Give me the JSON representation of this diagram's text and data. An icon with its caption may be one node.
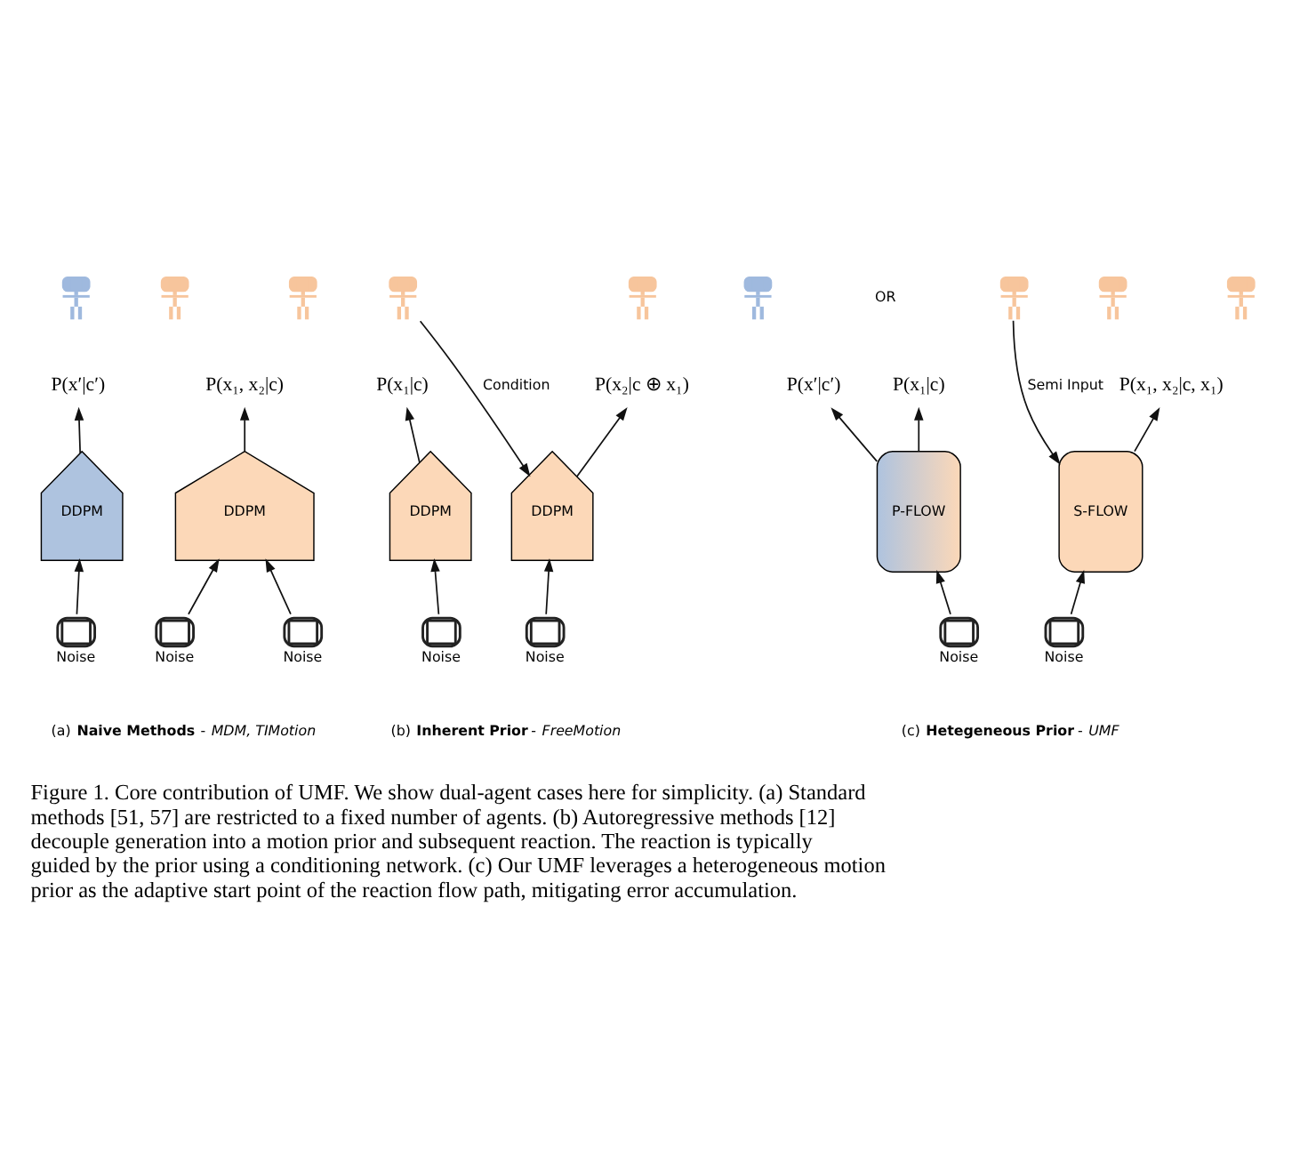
{
  "diagram": {
    "caption": "Figure 1. Core contribution of UMF. We show dual-agent cases here for simplicity. (a) Standard methods [51, 57] are restricted to a fixed number of agents. (b) Autoregressive methods [12] decouple generation into a motion prior and subsequent reaction. The reaction is typically guided by the prior using a conditioning network. (c) Our UMF leverages a heterogeneous motion prior as the adaptive start point of the reaction flow path, mitigating error accumulation.",
    "nodes": [
      {
        "text": [],
        "shape": "person"
      },
      {
        "text": [],
        "shape": "person"
      },
      {
        "text": [],
        "shape": "person"
      },
      {
        "text": [
          "P(x′|c′)"
        ]
      },
      {
        "text": [
          "P(x₁, x₂|c)"
        ]
      },
      {
        "text": [
          "DDPM"
        ]
      },
      {
        "text": [
          "DDPM"
        ]
      },
      {
        "text": [
          "Noise"
        ]
      },
      {
        "text": [
          "Noise"
        ]
      },
      {
        "text": [
          "Noise"
        ]
      },
      {
        "text": [],
        "shape": "person"
      },
      {
        "text": [],
        "shape": "person"
      },
      {
        "text": [
          "P(x₁|c)"
        ]
      },
      {
        "text": [
          "P(x₂|c ⊕ x₁)"
        ]
      },
      {
        "text": [
          "DDPM"
        ]
      },
      {
        "text": [
          "DDPM"
        ]
      },
      {
        "text": [
          "Noise"
        ]
      },
      {
        "text": [
          "Noise"
        ]
      },
      {
        "text": [],
        "shape": "person"
      },
      {
        "text": [],
        "shape": "person"
      },
      {
        "text": [],
        "shape": "person"
      },
      {
        "text": [],
        "shape": "person"
      },
      {
        "text": [
          "P(x′|c′)"
        ]
      },
      {
        "text": [
          "P(x₁|c)"
        ]
      },
      {
        "text": [
          "P(x₁, x₂|c, x₁)"
        ]
      },
      {
        "text": [
          "P-FLOW"
        ]
      },
      {
        "text": [
          "S-FLOW"
        ]
      },
      {
        "text": [
          "Noise"
        ]
      },
      {
        "text": [
          "Noise"
        ]
      }
    ],
    "edges": [
      {
        "from": 5,
        "to": 3,
        "arrow": "to"
      },
      {
        "from": 6,
        "to": 4,
        "arrow": "to"
      },
      {
        "from": 7,
        "to": 5,
        "arrow": "to"
      },
      {
        "from": 8,
        "to": 6,
        "arrow": "to"
      },
      {
        "from": 9,
        "to": 6,
        "arrow": "to"
      },
      {
        "from": 14,
        "to": 12,
        "arrow": "to"
      },
      {
        "from": 15,
        "to": 13,
        "arrow": "to"
      },
      {
        "from": 16,
        "to": 14,
        "arrow": "to"
      },
      {
        "from": 17,
        "to": 15,
        "arrow": "to"
      },
      {
        "from": 10,
        "to": 15,
        "arrow": "to",
        "label": "Condition"
      },
      {
        "from": 25,
        "to": 22,
        "arrow": "to"
      },
      {
        "from": 25,
        "to": 23,
        "arrow": "to"
      },
      {
        "from": 26,
        "to": 24,
        "arrow": "to"
      },
      {
        "from": 27,
        "to": 25,
        "arrow": "to"
      },
      {
        "from": 28,
        "to": 26,
        "arrow": "to"
      },
      {
        "from": 19,
        "to": 26,
        "arrow": "to",
        "label": "Semi Input"
      }
    ],
    "labels": [
      "OR",
      "(a) **Naive Methods** - *MDM, TIMotion*",
      "(b) **Inherent Prior** - *FreeMotion*",
      "(c) **Hetegeneous Prior** - *UMF*"
    ]
  }
}
